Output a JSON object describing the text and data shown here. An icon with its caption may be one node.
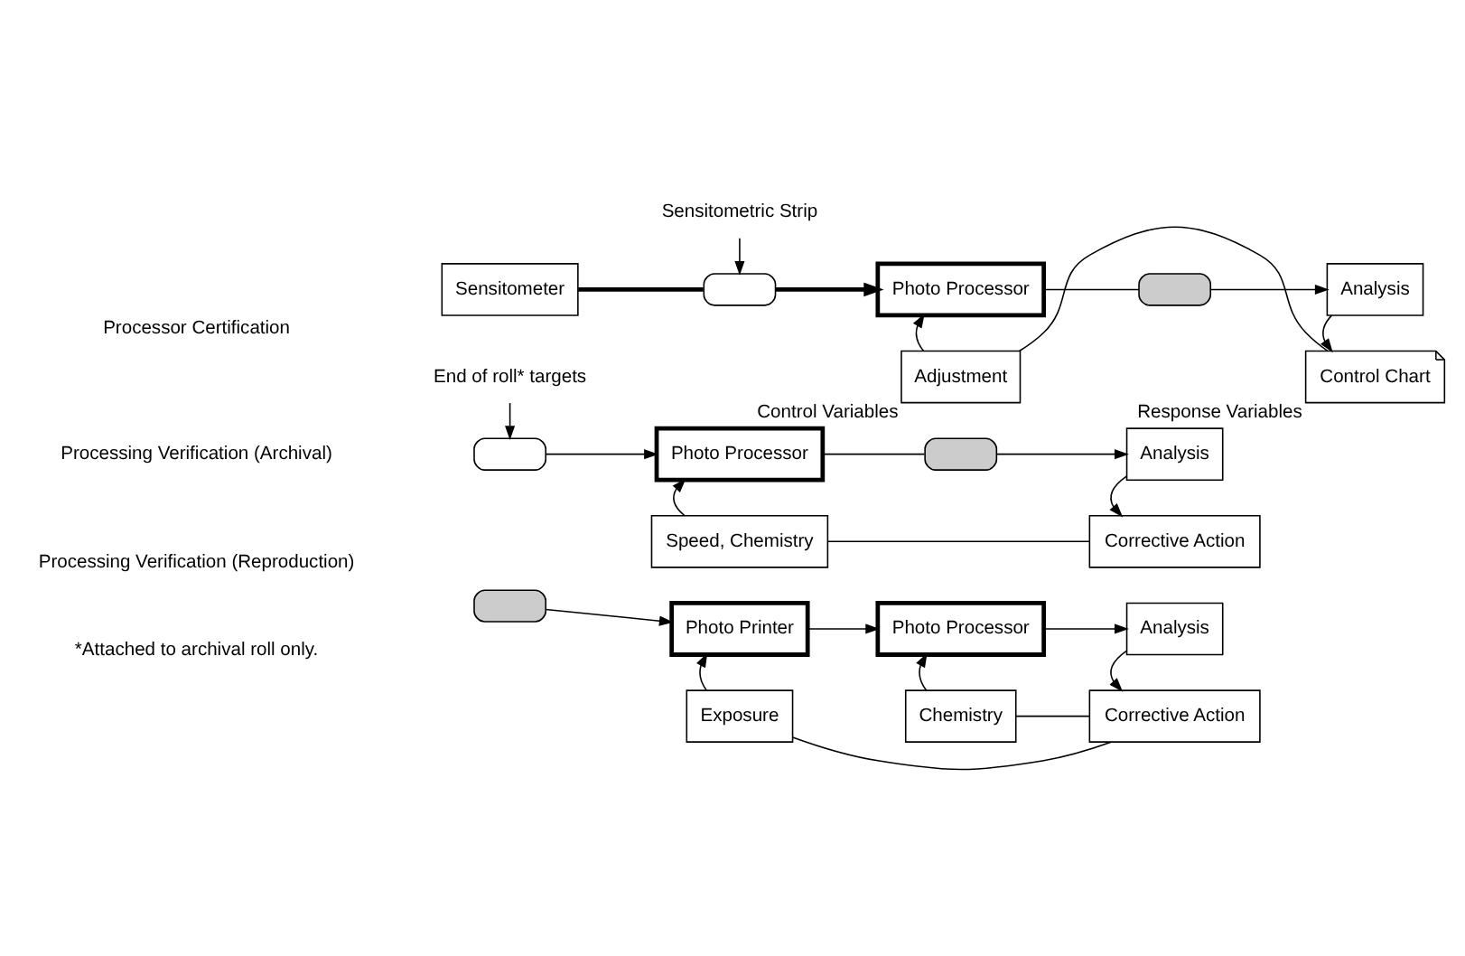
{
  "diagram": {
    "nodes": [
      {
        "text": [
          "Sensitometer"
        ]
      },
      {
        "text": [],
        "shape": "film"
      },
      {
        "text": [
          "Photo Processor"
        ]
      },
      {
        "text": [],
        "shape": "film"
      },
      {
        "text": [
          "Analysis"
        ]
      },
      {
        "text": [
          "Adjustment"
        ],
        "beside": [
          "Control Variables"
        ]
      },
      {
        "text": [
          "Control Chart"
        ],
        "beside": [
          "Response Variables"
        ]
      },
      {
        "text": [
          "Sensitometric Strip"
        ]
      },
      {
        "text": [],
        "shape": "film"
      },
      {
        "text": [
          "End of roll* targets"
        ]
      },
      {
        "text": [
          "Photo Processor"
        ]
      },
      {
        "text": [],
        "shape": "film"
      },
      {
        "text": [
          "Analysis"
        ]
      },
      {
        "text": [
          "Speed, Chemistry"
        ]
      },
      {
        "text": [
          "Corrective Action"
        ]
      },
      {
        "text": [],
        "shape": "film"
      },
      {
        "text": [
          "Photo Printer"
        ]
      },
      {
        "text": [
          "Photo Processor"
        ]
      },
      {
        "text": [
          "Analysis"
        ]
      },
      {
        "text": [
          "Exposure"
        ]
      },
      {
        "text": [
          "Chemistry"
        ]
      },
      {
        "text": [
          "Corrective Action"
        ]
      }
    ],
    "edges": [
      {
        "from": 0,
        "to": 1,
        "arrow": "none",
        "style": "thick"
      },
      {
        "from": 1,
        "to": 2,
        "arrow": "to",
        "style": "thick"
      },
      {
        "from": 2,
        "to": 3,
        "arrow": "none"
      },
      {
        "from": 3,
        "to": 4,
        "arrow": "to"
      },
      {
        "from": 4,
        "to": 6,
        "arrow": "to"
      },
      {
        "from": 6,
        "to": 5,
        "arrow": "none"
      },
      {
        "from": 5,
        "to": 2,
        "arrow": "to"
      },
      {
        "from": 7,
        "to": 1,
        "arrow": "to"
      },
      {
        "from": 9,
        "to": 8,
        "arrow": "to"
      },
      {
        "from": 8,
        "to": 10,
        "arrow": "to"
      },
      {
        "from": 10,
        "to": 11,
        "arrow": "none"
      },
      {
        "from": 11,
        "to": 12,
        "arrow": "to"
      },
      {
        "from": 12,
        "to": 14,
        "arrow": "to"
      },
      {
        "from": 14,
        "to": 13,
        "arrow": "none"
      },
      {
        "from": 13,
        "to": 10,
        "arrow": "to"
      },
      {
        "from": 15,
        "to": 16,
        "arrow": "to"
      },
      {
        "from": 16,
        "to": 17,
        "arrow": "to"
      },
      {
        "from": 17,
        "to": 18,
        "arrow": "to"
      },
      {
        "from": 18,
        "to": 21,
        "arrow": "to"
      },
      {
        "from": 21,
        "to": 20,
        "arrow": "none"
      },
      {
        "from": 21,
        "to": 19,
        "arrow": "none"
      },
      {
        "from": 20,
        "to": 17,
        "arrow": "to"
      },
      {
        "from": 19,
        "to": 16,
        "arrow": "to"
      }
    ],
    "labels": [
      "Processor Certification",
      "Processing Verification (Archival)",
      "Processing Verification (Reproduction)",
      "*Attached to archival roll only."
    ]
  }
}
